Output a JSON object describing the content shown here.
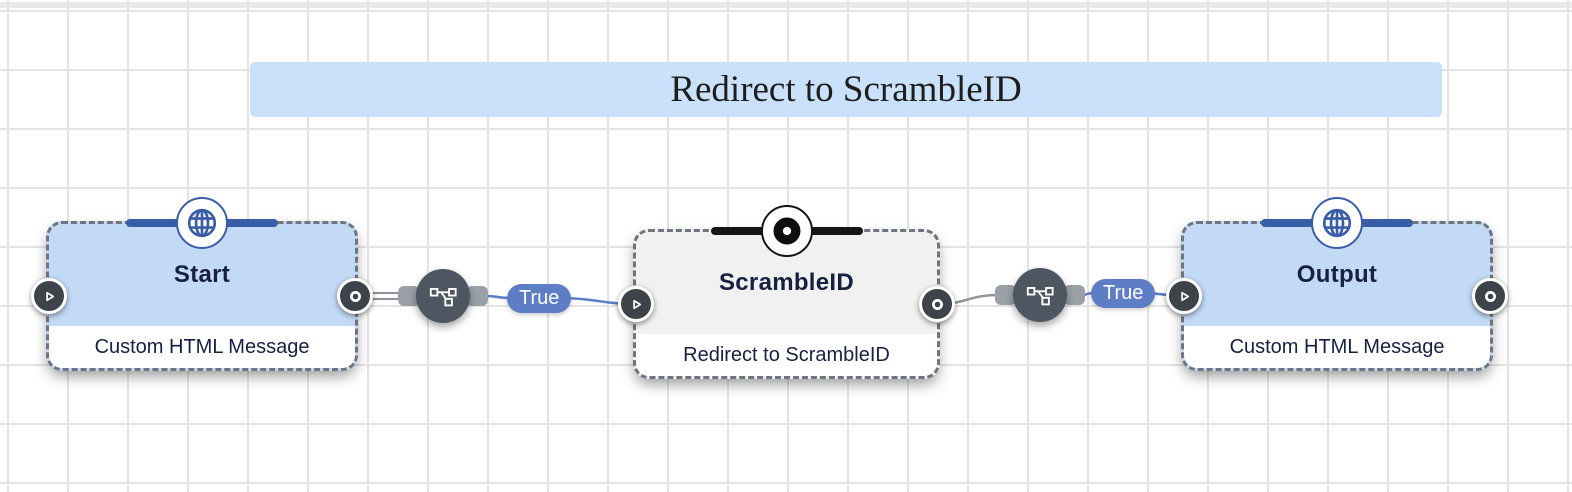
{
  "banner": {
    "title": "Redirect to ScrambleID"
  },
  "nodes": [
    {
      "id": "start",
      "title": "Start",
      "subtitle": "Custom HTML Message",
      "top_icon": "globe-icon",
      "accent": "#3a5da8",
      "body": "#c2daf6"
    },
    {
      "id": "scrambleid",
      "title": "ScrambleID",
      "subtitle": "Redirect to ScrambleID",
      "top_icon": "record-icon",
      "accent": "#161616",
      "body": "#f1f1f1"
    },
    {
      "id": "output",
      "title": "Output",
      "subtitle": "Custom HTML Message",
      "top_icon": "globe-icon",
      "accent": "#3a5da8",
      "body": "#c2daf6"
    }
  ],
  "edges": [
    {
      "label": "True"
    },
    {
      "label": "True"
    }
  ],
  "colors": {
    "bannerBlue": "#c9e1fa",
    "nodeBlue": "#c2daf6",
    "nodeGray": "#f1f1f1",
    "accentBlue": "#3a5da8",
    "accentBlack": "#161616",
    "titleNavy": "#162142",
    "splitterDark": "#4d5661",
    "stubGray": "#9aa0a8",
    "portDark": "#3e434a",
    "edgeGray": "#8f949b",
    "edgeBlue": "#5d7ec5",
    "pillBlue": "#5d7ec5",
    "gridLine": "#e4e4e4",
    "dashBorder": "#6f757e",
    "bannerText": "#1d1d1b"
  }
}
